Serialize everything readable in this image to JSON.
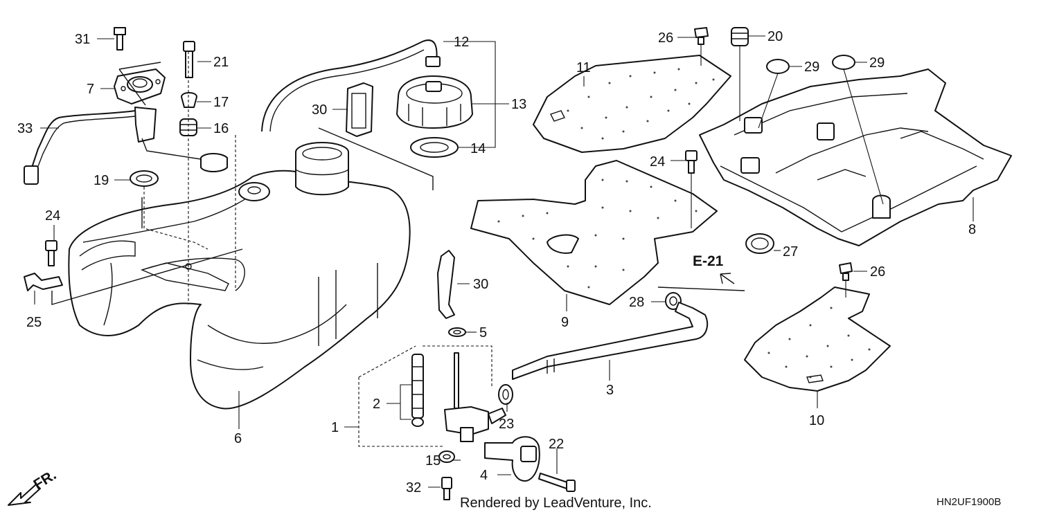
{
  "callouts": {
    "c1": "1",
    "c2": "2",
    "c3": "3",
    "c4": "4",
    "c5": "5",
    "c6": "6",
    "c7": "7",
    "c8": "8",
    "c9": "9",
    "c10": "10",
    "c11": "11",
    "c12": "12",
    "c13": "13",
    "c14": "14",
    "c15": "15",
    "c16": "16",
    "c17": "17",
    "c19": "19",
    "c20": "20",
    "c21": "21",
    "c22": "22",
    "c23": "23",
    "c24": "24",
    "c25": "25",
    "c26": "26",
    "c27": "27",
    "c28": "28",
    "c29": "29",
    "c30": "30",
    "c31": "31",
    "c32": "32",
    "c33": "33"
  },
  "reference": "E-21",
  "front_marker": "FR.",
  "footer_text": "Rendered by LeadVenture, Inc.",
  "diagram_code": "HN2UF1900B"
}
